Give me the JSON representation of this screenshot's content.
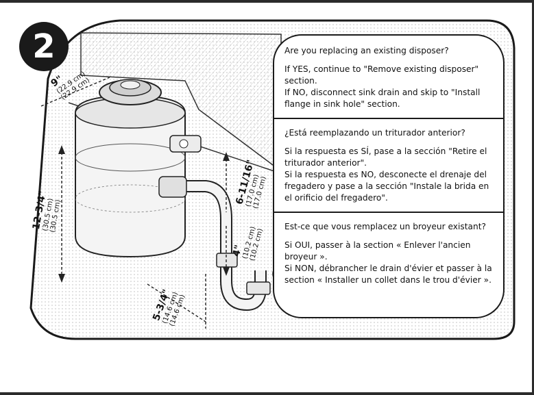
{
  "step": {
    "number": "2"
  },
  "dimensions": {
    "width": {
      "label": "9\"",
      "cm1": "(22.9 cm)",
      "cm2": "(22.9 cm)"
    },
    "height": {
      "label": "12-3/4\"",
      "cm1": "(30.5 cm)",
      "cm2": "(30.5 cm)"
    },
    "outlet": {
      "label": "6-11/16\"",
      "cm1": "(17.0 cm)",
      "cm2": "(17.0 cm)"
    },
    "drop": {
      "label": "4\"",
      "cm1": "(10.2 cm)",
      "cm2": "(10.2 cm)"
    },
    "offset": {
      "label": "5-3/4\"",
      "cm1": "(14.6 cm)",
      "cm2": "(14.6 cm)"
    }
  },
  "instructions": {
    "english": {
      "question": "Are you replacing an existing disposer?",
      "yes": "If YES, continue to \"Remove existing disposer\" section.",
      "no": "If NO, disconnect sink drain and skip to \"Install flange in sink hole\" section."
    },
    "spanish": {
      "question": "¿Está reemplazando un triturador anterior?",
      "yes": "Si la respuesta es SÍ, pase a la sección \"Retire el triturador anterior\".",
      "no": "Si la respuesta es NO, desconecte el drenaje del fregadero y pase a la sección \"Instale la brida en el orificio del fregadero\"."
    },
    "french": {
      "question": "Est-ce que vous remplacez un broyeur existant?",
      "yes": "Si OUI, passer à la section « Enlever l'ancien broyeur ».",
      "no": "Si NON, débrancher le drain d'évier et passer à la section « Installer un collet dans le trou d'évier »."
    }
  }
}
